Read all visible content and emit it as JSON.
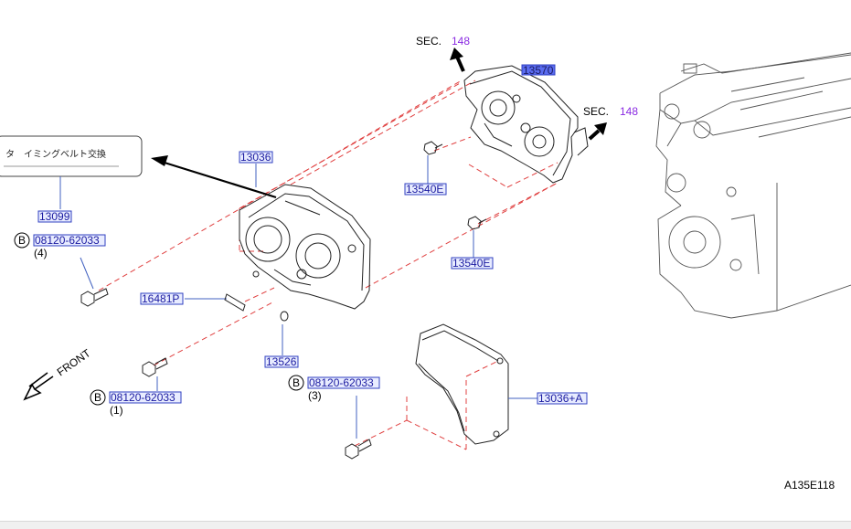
{
  "sections": [
    {
      "prefix": "SEC.",
      "number": "148"
    },
    {
      "prefix": "SEC.",
      "number": "148"
    }
  ],
  "note_box_text": "タ　イミングベルト交換",
  "parts": {
    "p13570": "13570",
    "p13036": "13036",
    "p13099": "13099",
    "p13540E_a": "13540E",
    "p13540E_b": "13540E",
    "p16481P": "16481P",
    "p13526": "13526",
    "p13036A": "13036+A"
  },
  "bolts": [
    {
      "marker": "B",
      "part": "08120-62033",
      "qty": "(4)"
    },
    {
      "marker": "B",
      "part": "08120-62033",
      "qty": "(1)"
    },
    {
      "marker": "B",
      "part": "08120-62033",
      "qty": "(3)"
    }
  ],
  "front_label": "FRONT",
  "diagram_id": "A135E118",
  "colors": {
    "part_label": "#1a1aa0",
    "section_number": "#8a2be2",
    "phantom_line": "#e04040"
  }
}
